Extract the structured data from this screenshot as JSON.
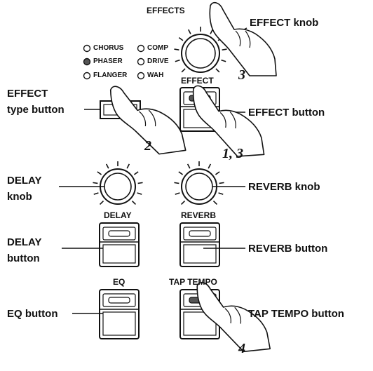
{
  "panel": {
    "effects_title": "EFFECTS",
    "effect_header": "EFFECT",
    "delay_header": "DELAY",
    "reverb_header": "REVERB",
    "eq_header": "EQ",
    "tap_tempo_header": "TAP TEMPO"
  },
  "leds": [
    {
      "label": "CHORUS",
      "lit": false
    },
    {
      "label": "COMP",
      "lit": false
    },
    {
      "label": "PHASER",
      "lit": true
    },
    {
      "label": "DRIVE",
      "lit": false
    },
    {
      "label": "FLANGER",
      "lit": false
    },
    {
      "label": "WAH",
      "lit": false
    }
  ],
  "callouts": {
    "effect_knob": "EFFECT knob",
    "effect_type_button_1": "EFFECT",
    "effect_type_button_2": "type button",
    "effect_button": "EFFECT button",
    "delay_knob_1": "DELAY",
    "delay_knob_2": "knob",
    "reverb_knob": "REVERB knob",
    "delay_button_1": "DELAY",
    "delay_button_2": "button",
    "reverb_button": "REVERB button",
    "eq_button": "EQ button",
    "tap_tempo_button": "TAP TEMPO button"
  },
  "steps": {
    "knob_step": "3",
    "type_step": "2",
    "effect_step": "1, 3",
    "tap_step": "4"
  },
  "colors": {
    "ink": "#111111",
    "lit_indicator": "#555555"
  }
}
